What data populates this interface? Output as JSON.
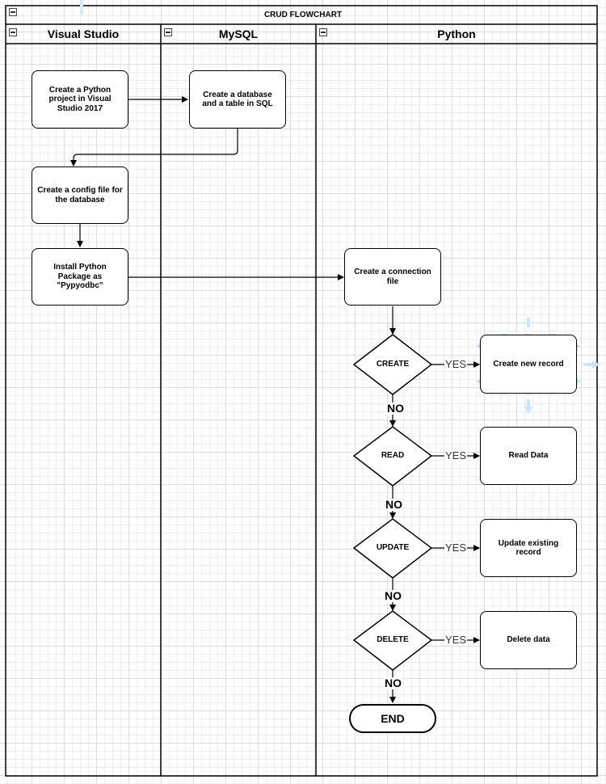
{
  "pool": {
    "title": "CRUD FLOWCHART"
  },
  "lanes": [
    {
      "title": "Visual Studio"
    },
    {
      "title": "MySQL"
    },
    {
      "title": "Python"
    }
  ],
  "nodes": {
    "create_project": "Create a Python project in Visual Studio 2017",
    "create_database": "Create a database and a table in SQL",
    "create_config": "Create a config file for the database",
    "install_package": "Install Python Package as \"Pypyodbc\"",
    "create_connection": "Create a connection file",
    "create_record": "Create new record",
    "read_data": "Read Data",
    "update_record": "Update existing record",
    "delete_data": "Delete data",
    "end": "END"
  },
  "decisions": {
    "create": "CREATE",
    "read": "READ",
    "update": "UPDATE",
    "delete": "DELETE"
  },
  "edge_labels": {
    "yes": "YES",
    "no": "NO"
  }
}
